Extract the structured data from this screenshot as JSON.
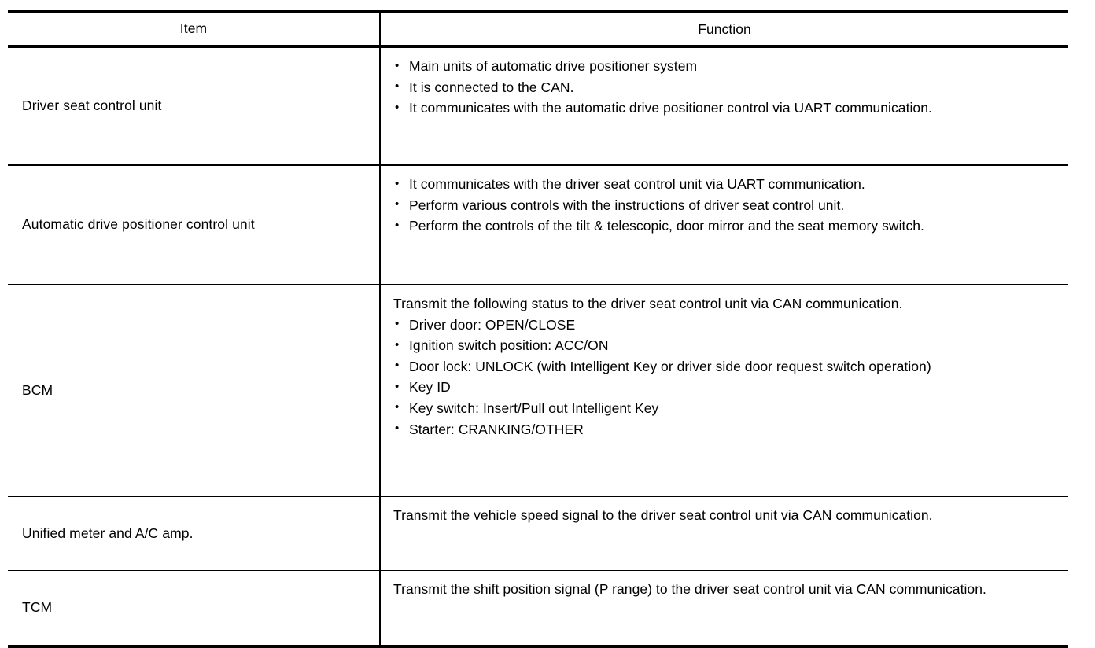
{
  "table": {
    "headers": {
      "item": "Item",
      "function": "Function"
    },
    "rows": [
      {
        "item": "Driver seat control unit",
        "lead": "",
        "bullets": [
          "Main units of automatic drive positioner system",
          "It is connected to the CAN.",
          "It communicates with the automatic drive positioner control via UART communication."
        ]
      },
      {
        "item": "Automatic drive positioner control unit",
        "lead": "",
        "bullets": [
          "It communicates with the driver seat control unit via UART communication.",
          "Perform various controls with the instructions of driver seat control unit.",
          "Perform the controls of the tilt & telescopic, door mirror and the seat memory switch."
        ]
      },
      {
        "item": "BCM",
        "lead": "Transmit the following status to the driver seat control unit via CAN communication.",
        "bullets": [
          "Driver door: OPEN/CLOSE",
          "Ignition switch position: ACC/ON",
          "Door lock: UNLOCK (with Intelligent Key or driver side door request switch operation)",
          "Key ID",
          "Key switch: Insert/Pull out Intelligent Key",
          "Starter: CRANKING/OTHER"
        ]
      },
      {
        "item": "Unified meter and A/C amp.",
        "lead": "Transmit the vehicle speed signal to the driver seat control unit via CAN communication.",
        "bullets": []
      },
      {
        "item": "TCM",
        "lead": "Transmit the shift position signal (P range) to the driver seat control unit via CAN communication.",
        "bullets": []
      }
    ]
  },
  "colors": {
    "text": "#000000",
    "background": "#ffffff",
    "rule": "#000000"
  }
}
